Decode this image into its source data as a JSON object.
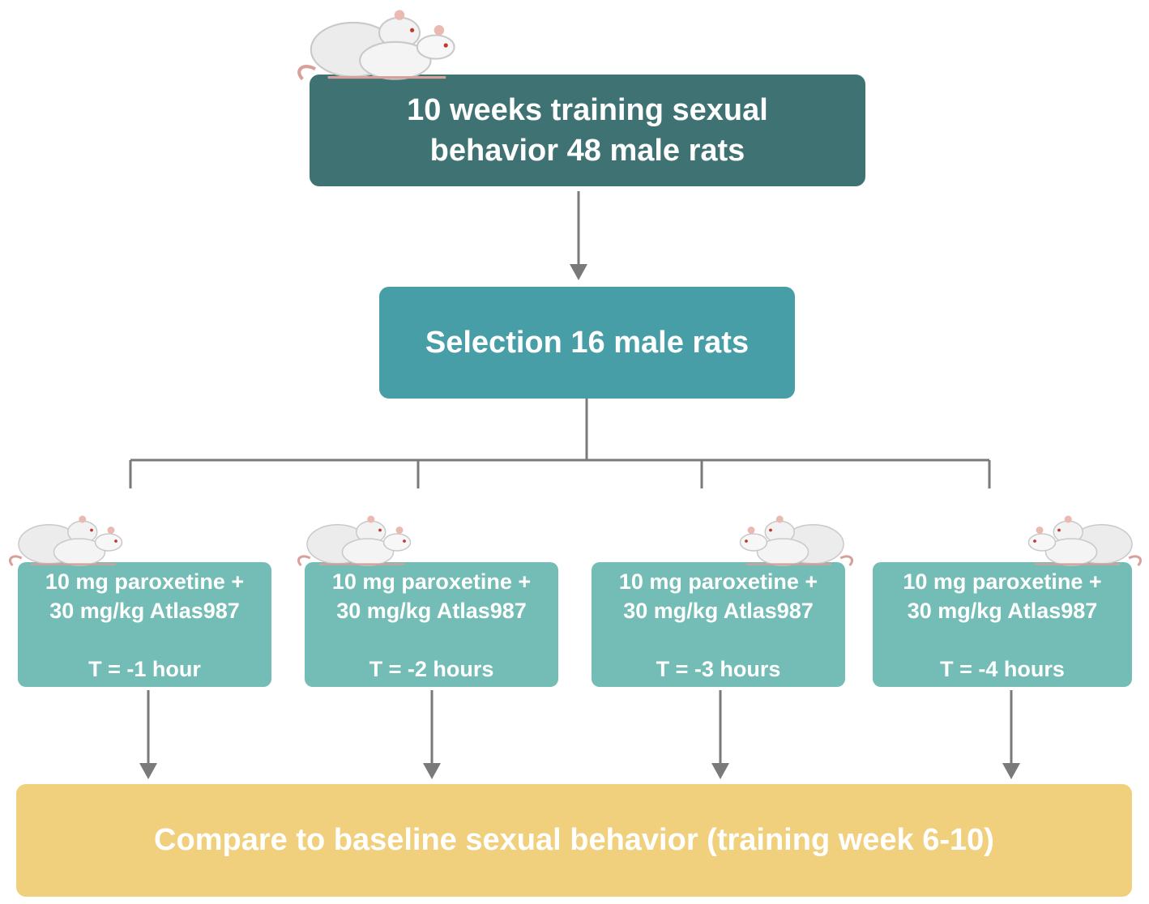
{
  "top": {
    "line1": "10 weeks training sexual",
    "line2": "behavior 48 male rats",
    "color": "#3f7273"
  },
  "selection": {
    "label": "Selection 16 male rats",
    "color": "#489ea7"
  },
  "treatments": [
    {
      "line1": "10 mg paroxetine +",
      "line2": "30 mg/kg Atlas987",
      "time": "T = -1 hour"
    },
    {
      "line1": "10 mg paroxetine +",
      "line2": "30 mg/kg Atlas987",
      "time": "T = -2 hours"
    },
    {
      "line1": "10 mg paroxetine +",
      "line2": "30 mg/kg Atlas987",
      "time": "T = -3 hours"
    },
    {
      "line1": "10 mg paroxetine +",
      "line2": "30 mg/kg Atlas987",
      "time": "T = -4 hours"
    }
  ],
  "treatment_color": "#73bdb6",
  "compare": {
    "label": "Compare to baseline sexual behavior (training week 6-10)",
    "color": "#f0d07d"
  },
  "icons": [
    "rat-pair-icon"
  ],
  "connector_color": "#7a7a7a"
}
